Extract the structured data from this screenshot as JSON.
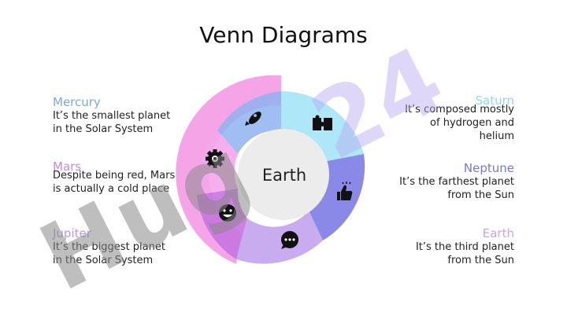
{
  "title": "Venn Diagrams",
  "center": {
    "label": "Earth"
  },
  "colors": {
    "mercury": "#7fa8e0",
    "mars": "#c98ad8",
    "jupiter": "#b896e8",
    "saturn": "#8fd8f0",
    "neptune": "#7777dd",
    "earth": "#c7a3f0",
    "pink": "#f59ae6"
  },
  "items": [
    {
      "name": "Mercury",
      "desc": "It’s the smallest planet in the Solar System",
      "color": "#7fa8e0"
    },
    {
      "name": "Mars",
      "desc": "Despite being red, Mars is actually a cold place",
      "color": "#c98ad8"
    },
    {
      "name": "Jupiter",
      "desc": "It’s the biggest planet in the Solar System",
      "color": "#b896e8"
    },
    {
      "name": "Saturn",
      "desc": "It’s composed mostly of hydrogen and helium",
      "color": "#8fd8f0"
    },
    {
      "name": "Neptune",
      "desc": "It’s the farthest planet from the Sun",
      "color": "#7777dd"
    },
    {
      "name": "Earth",
      "desc": "It’s the third planet from the Sun",
      "color": "#c7a3f0"
    }
  ],
  "icons": [
    "rocket-icon",
    "puzzle-icon",
    "thumbs-up-icon",
    "chat-icon",
    "smiley-icon",
    "gear-icon"
  ],
  "watermark": {
    "text": "Hug24"
  }
}
